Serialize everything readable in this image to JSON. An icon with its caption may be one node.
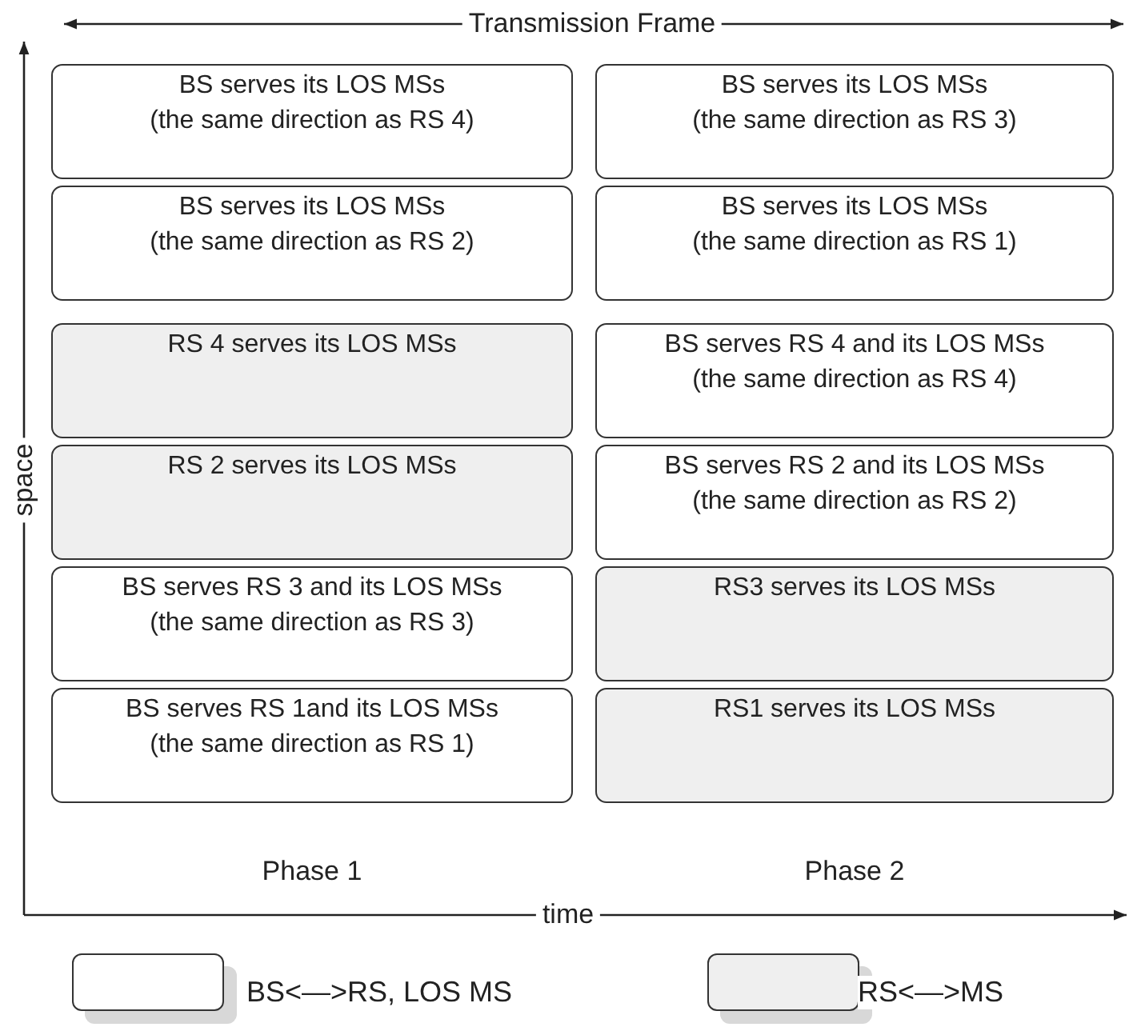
{
  "diagram": {
    "nodes": [
      {
        "text": [
          "BS serves its LOS MSs (the same direction as RS 4)"
        ]
      },
      {
        "text": [
          "BS serves its LOS MSs (the same direction as RS 2)"
        ]
      },
      {
        "text": [
          "RS 4 serves its LOS MSs"
        ]
      },
      {
        "text": [
          "RS 2 serves its LOS MSs"
        ]
      },
      {
        "text": [
          "BS serves RS 3 and its LOS MSs (the same direction as RS 3)"
        ]
      },
      {
        "text": [
          "BS serves RS 1and its LOS MSs (the same direction as RS 1)"
        ]
      },
      {
        "text": [
          "BS serves its LOS MSs (the same direction as RS 3)"
        ]
      },
      {
        "text": [
          "BS serves its LOS MSs (the same direction as RS 1)"
        ]
      },
      {
        "text": [
          "BS serves RS 4 and its LOS MSs (the same direction as RS 4)"
        ]
      },
      {
        "text": [
          "BS serves RS 2 and its LOS MSs (the same direction as RS 2)"
        ]
      },
      {
        "text": [
          "RS3 serves its LOS MSs"
        ]
      },
      {
        "text": [
          "RS1 serves its LOS MSs"
        ]
      }
    ],
    "labels": [
      "Transmission Frame",
      "space",
      "Phase 1",
      "Phase 2",
      "time"
    ],
    "legend": [
      {
        "text": "BS<—>RS, LOS MS",
        "color": "#ffffff"
      },
      {
        "text": "RS<—>MS",
        "color": "#efefef"
      }
    ]
  }
}
